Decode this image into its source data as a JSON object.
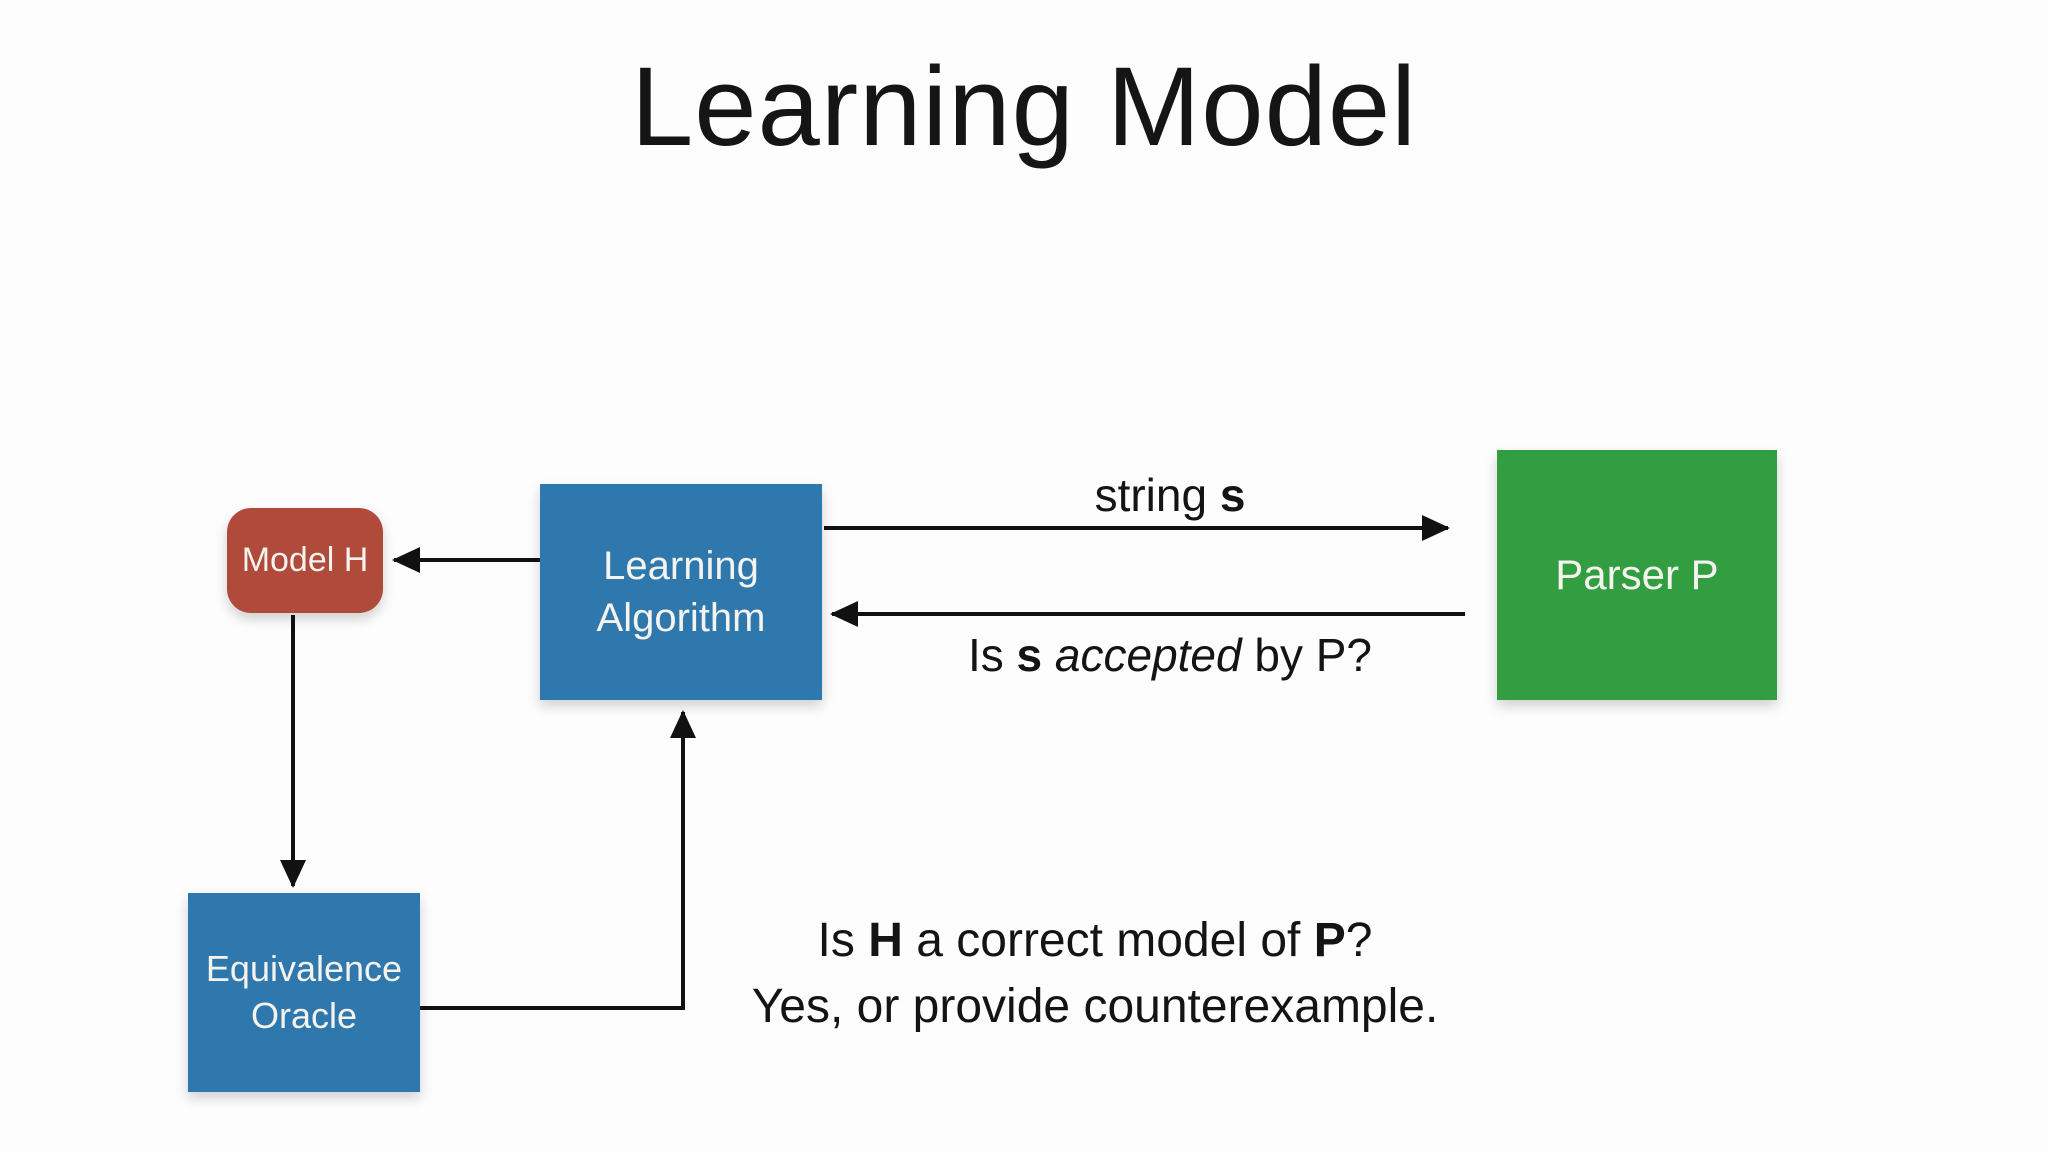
{
  "title": "Learning Model",
  "colors": {
    "model_h_box": "#b04a3a",
    "learning_algorithm_box": "#2f78ae",
    "parser_box": "#329e41",
    "equivalence_oracle_box": "#2f78ae",
    "box_text": "#f5f3ee",
    "arrow": "#111111",
    "background": "#fdfdfd"
  },
  "nodes": {
    "model_h": {
      "label": "Model H"
    },
    "learning_algorithm": {
      "label": "Learning Algorithm"
    },
    "parser": {
      "label": "Parser P"
    },
    "equivalence_oracle": {
      "label": "Equivalence Oracle"
    }
  },
  "edge_labels": {
    "string_s": {
      "prefix": "string ",
      "bold_s": "s"
    },
    "accepted_query": {
      "p1": "Is ",
      "bold_s": "s",
      "sp": " ",
      "italic_word": "accepted",
      "p2": " by P?"
    },
    "oracle_query": {
      "p1": "Is ",
      "bold_h": "H",
      "p2": " a correct model of ",
      "bold_p": "P",
      "p3": "?"
    },
    "oracle_answer": "Yes, or provide counterexample."
  }
}
